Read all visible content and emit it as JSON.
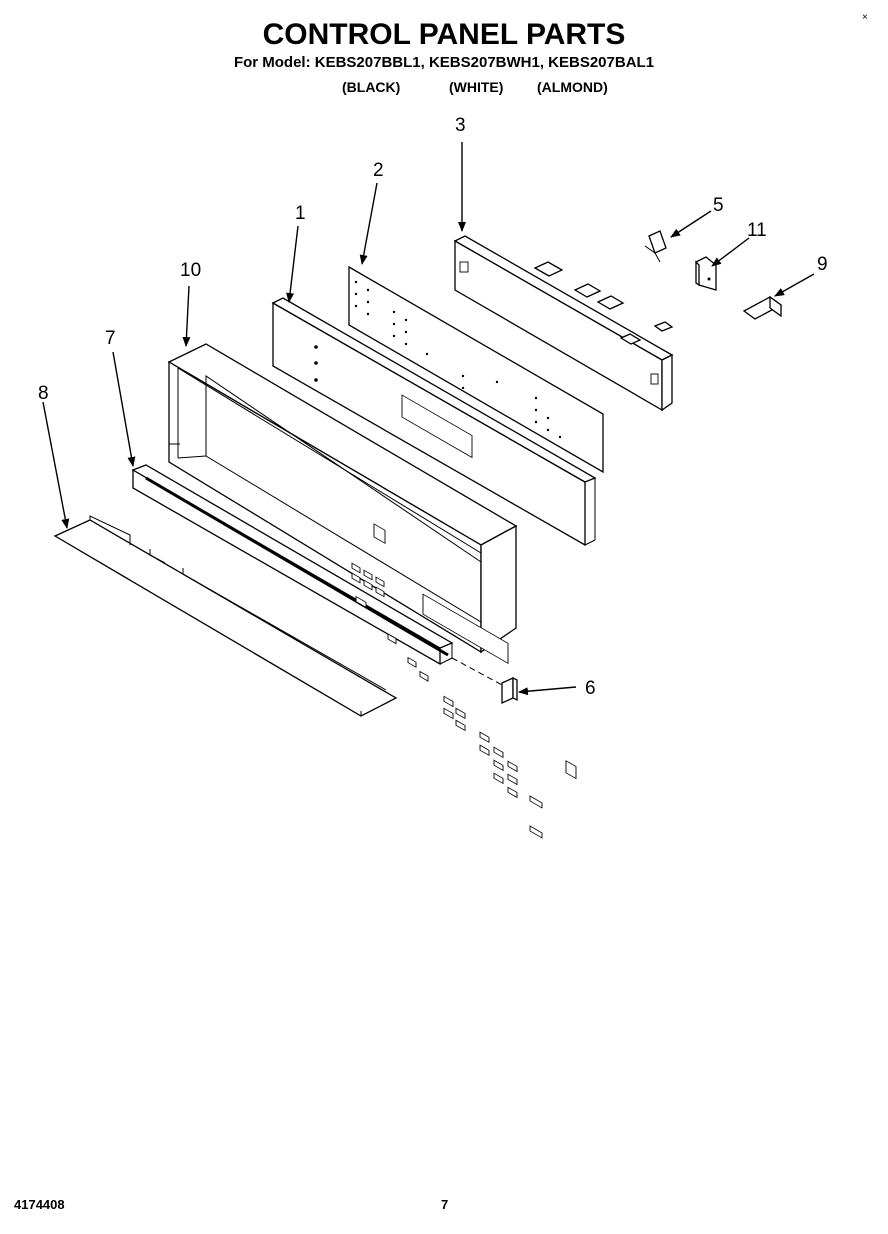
{
  "header": {
    "title": "CONTROL PANEL PARTS",
    "models": "For Model: KEBS207BBL1, KEBS207BWH1, KEBS207BAL1",
    "color_black": "(BLACK)",
    "color_white": "(WHITE)",
    "color_almond": "(ALMOND)",
    "corner_mark": "×"
  },
  "callouts": {
    "p1": "1",
    "p2": "2",
    "p3": "3",
    "p5": "5",
    "p6": "6",
    "p7": "7",
    "p8": "8",
    "p9": "9",
    "p10": "10",
    "p11": "11"
  },
  "footer": {
    "doc_id": "4174408",
    "page": "7"
  }
}
